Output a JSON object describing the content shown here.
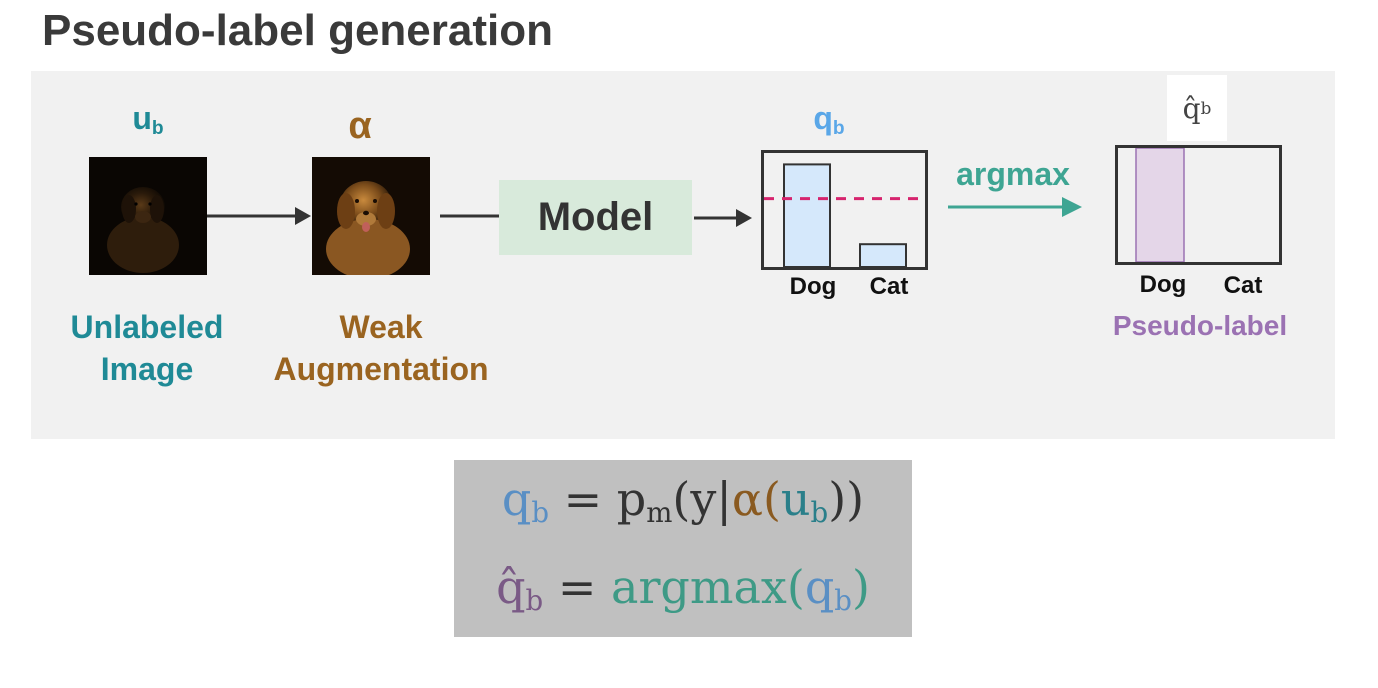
{
  "title": "Pseudo-label generation",
  "input": {
    "symbol": "u",
    "subscript": "b",
    "label_line1": "Unlabeled",
    "label_line2": "Image"
  },
  "augmentation": {
    "symbol": "α",
    "label_line1": "Weak",
    "label_line2": "Augmentation"
  },
  "model": {
    "label": "Model"
  },
  "prediction": {
    "symbol": "q",
    "subscript": "b",
    "classes": [
      "Dog",
      "Cat"
    ],
    "values": [
      0.9,
      0.2
    ],
    "threshold": 0.6
  },
  "argmax": {
    "label": "argmax"
  },
  "pseudo_label": {
    "symbol": "q̂",
    "subscript": "b",
    "classes": [
      "Dog",
      "Cat"
    ],
    "selected": "Dog",
    "label": "Pseudo-label"
  },
  "formulas": {
    "line1": {
      "lhs": "q",
      "lhs_sub": "b",
      "eq": " = ",
      "p": "p",
      "p_sub": "m",
      "open": "(",
      "y": "y",
      "bar": "|",
      "alpha": "α",
      "open2": "(",
      "u": "u",
      "u_sub": "b",
      "close": "))"
    },
    "line2": {
      "lhs": "q̂",
      "lhs_sub": "b",
      "eq": " = ",
      "fn": "argmax",
      "open": "(",
      "q": "q",
      "q_sub": "b",
      "close": ")"
    }
  },
  "colors": {
    "teal": "#1f8a96",
    "brown": "#9a6420",
    "blue": "#5aa7e8",
    "green": "#3ea593",
    "purple": "#9b72b3",
    "model_bg": "#d8eadb",
    "bar_fill": "#d5e8fb",
    "pseudo_fill": "#e4d6e8",
    "threshold": "#d6246e",
    "panel_bg": "#f1f1f1",
    "formula_bg": "#c0c0c0"
  }
}
